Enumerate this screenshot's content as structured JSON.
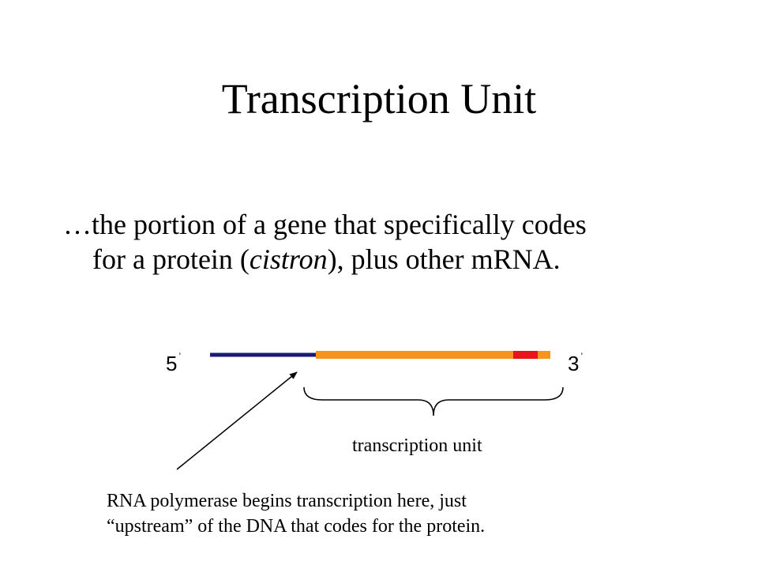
{
  "slide": {
    "title": "Transcription Unit",
    "definition": {
      "line1": "…the portion of a gene that specifically codes",
      "line2_pre": "for a protein (",
      "line2_italic": "cistron",
      "line2_post": "), plus other mRNA."
    }
  },
  "diagram": {
    "five_prime_label": "5",
    "three_prime_label": "3",
    "prime_mark": "’",
    "unit_label": "transcription unit",
    "note_line1": "RNA polymerase begins transcription here, just",
    "note_line2": "“upstream” of the DNA that codes for the protein.",
    "colors": {
      "upstream_dna": "#1a1a7a",
      "transcription_unit": "#f7941d",
      "coding_end": "#e8141c",
      "arrow": "#000000"
    }
  }
}
